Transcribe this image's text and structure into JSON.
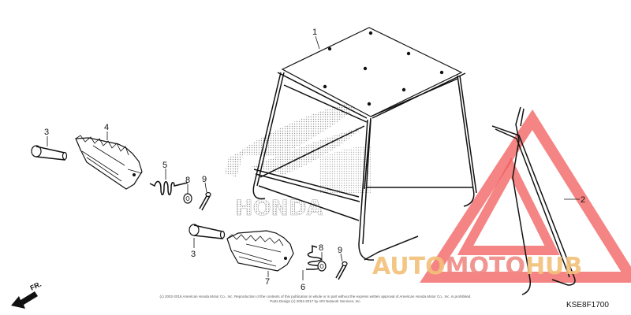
{
  "diagram": {
    "callouts": [
      {
        "id": "1",
        "text": "1"
      },
      {
        "id": "2",
        "text": "2"
      },
      {
        "id": "3a",
        "text": "3"
      },
      {
        "id": "3b",
        "text": "3"
      },
      {
        "id": "4",
        "text": "4"
      },
      {
        "id": "5",
        "text": "5"
      },
      {
        "id": "6",
        "text": "6"
      },
      {
        "id": "7",
        "text": "7"
      },
      {
        "id": "8a",
        "text": "8"
      },
      {
        "id": "8b",
        "text": "8"
      },
      {
        "id": "9a",
        "text": "9"
      },
      {
        "id": "9b",
        "text": "9"
      }
    ],
    "diagram_code": "KSE8F1700",
    "direction_label": "FR.",
    "copyright_line1": "(c) 2002-2016 American Honda Motor Co., Inc. Reproduction of the contents of this publication in whole or in part without the express written approval of American Honda Motor Co., Inc. is prohibited.",
    "copyright_line2": "Parts Design (c) 2004-2017 by ARI Network Services, Inc."
  },
  "watermarks": {
    "honda_text": "HONDA",
    "automotohub": {
      "part1": "AUTO",
      "part2": "MOTO",
      "part3": "HUB",
      "color1": "#f3c07a",
      "color2": "#f08a84",
      "color3": "#f3c07a"
    },
    "triangle_color": "#f25b5b"
  }
}
